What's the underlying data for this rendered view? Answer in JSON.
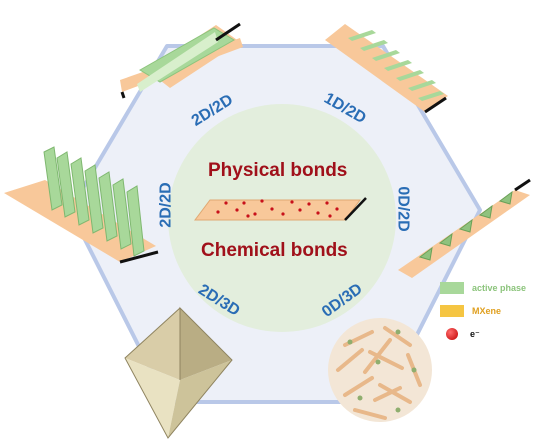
{
  "center": {
    "top_text": "Physical bonds",
    "bottom_text": "Chemical bonds"
  },
  "interfaces": [
    {
      "id": "2d-2d-top",
      "label": "2D/2D"
    },
    {
      "id": "1d-2d",
      "label": "1D/2D"
    },
    {
      "id": "0d-2d",
      "label": "0D/2D"
    },
    {
      "id": "0d-3d",
      "label": "0D/3D"
    },
    {
      "id": "2d-3d",
      "label": "2D/3D"
    },
    {
      "id": "2d-2d-left",
      "label": "2D/2D"
    }
  ],
  "legend": [
    {
      "label": "active phase",
      "color": "#a8d89a"
    },
    {
      "label": "MXene",
      "color": "#f5c542"
    },
    {
      "label": "e⁻",
      "color": "#e01010"
    }
  ],
  "colors": {
    "label_blue": "#2a6db5",
    "bond_red": "#a0101a",
    "hexagon_fill": "#edf0f8",
    "hexagon_stroke": "#b9c8e8",
    "inner_circle": "#e3eedd",
    "mxene_sheet": "#f8c89a",
    "active_phase": "#a8d89a"
  }
}
